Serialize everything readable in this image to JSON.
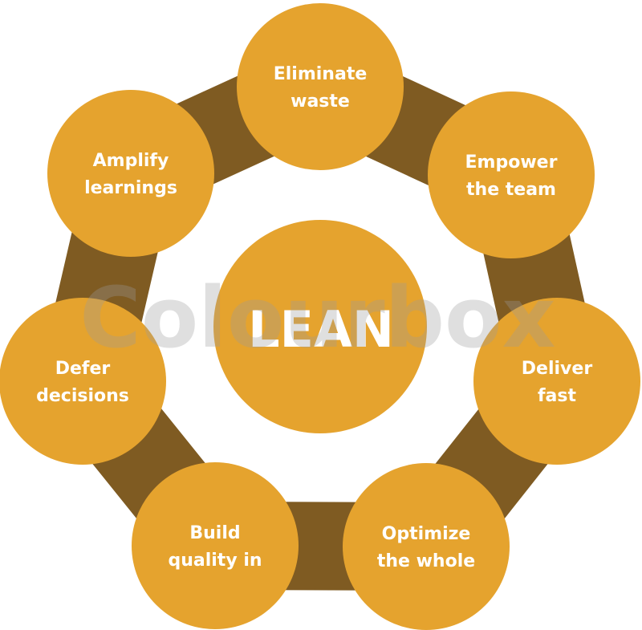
{
  "diagram": {
    "center_label": "LEAN",
    "nodes": [
      {
        "lines": [
          "Eliminate",
          "waste"
        ]
      },
      {
        "lines": [
          "Empower",
          "the team"
        ]
      },
      {
        "lines": [
          "Deliver",
          "fast"
        ]
      },
      {
        "lines": [
          "Optimize",
          "the whole"
        ]
      },
      {
        "lines": [
          "Build",
          "quality in"
        ]
      },
      {
        "lines": [
          "Defer",
          "decisions"
        ]
      },
      {
        "lines": [
          "Amplify",
          "learnings"
        ]
      }
    ]
  },
  "watermark": "Colourbox",
  "colors": {
    "ring": "#7f5b22",
    "node_fill": "#e5a32e",
    "text": "#ffffff"
  }
}
